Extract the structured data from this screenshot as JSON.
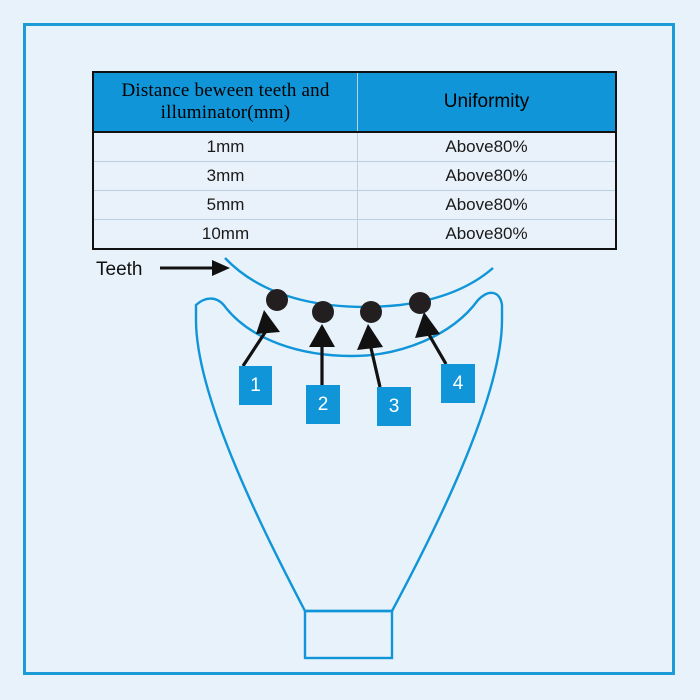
{
  "frame": {
    "border_color": "#1d9bd7",
    "background": "#e8f2fb"
  },
  "table": {
    "headers": [
      "Distance beween teeth and illuminator(mm)",
      "Uniformity"
    ],
    "header_bg": "#0f95d8",
    "rows": [
      {
        "distance": "1mm",
        "uniformity": "Above80%"
      },
      {
        "distance": "3mm",
        "uniformity": "Above80%"
      },
      {
        "distance": "5mm",
        "uniformity": "Above80%"
      },
      {
        "distance": "10mm",
        "uniformity": "Above80%"
      }
    ]
  },
  "diagram": {
    "teeth_label": "Teeth",
    "accent_color": "#0f95d8",
    "dot_color": "#231f20",
    "measurement_points": [
      {
        "label": "1"
      },
      {
        "label": "2"
      },
      {
        "label": "3"
      },
      {
        "label": "4"
      }
    ]
  }
}
